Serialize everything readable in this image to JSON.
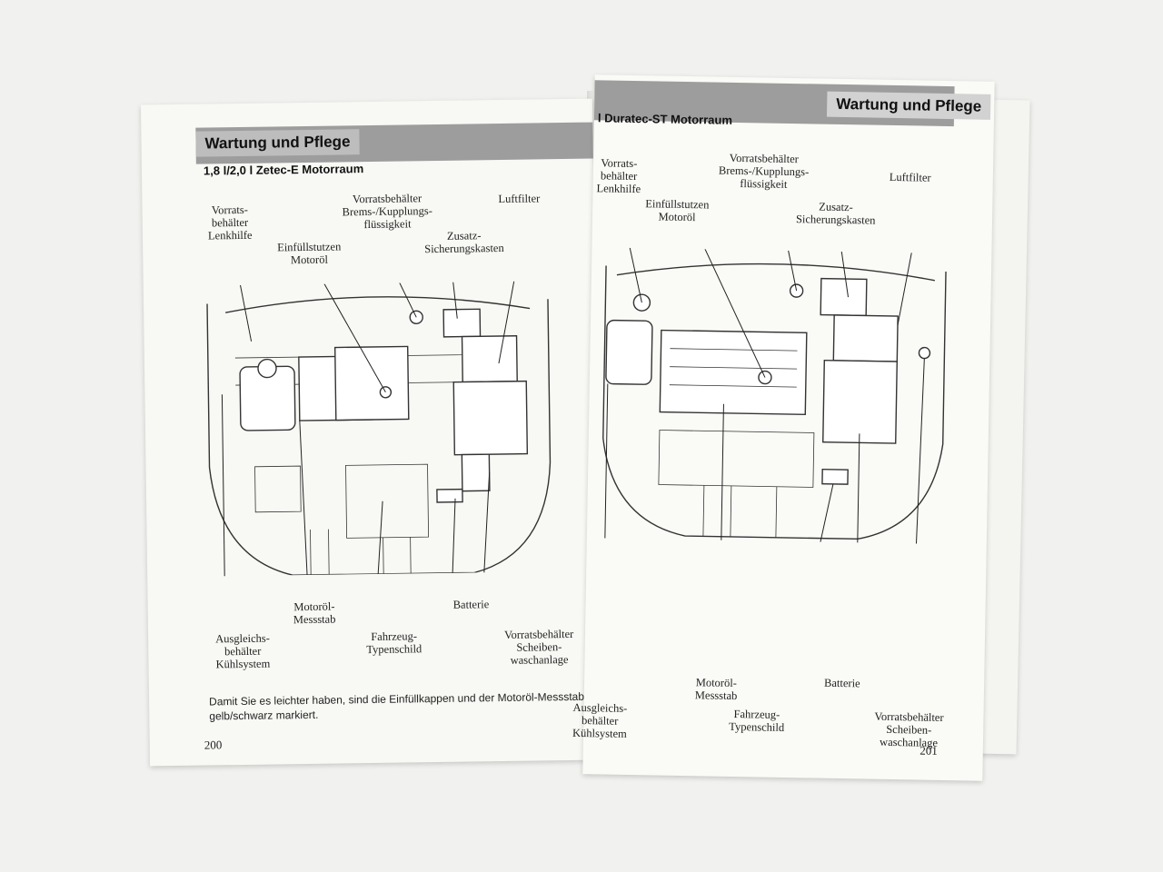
{
  "left_page": {
    "header": "Wartung und Pflege",
    "subtitle": "1,8 l/2,0 l Zetec-E Motorraum",
    "labels": {
      "reservoir_steering": [
        "Vorrats-",
        "behälter",
        "Lenkhilfe"
      ],
      "oil_filler": [
        "Einfüllstutzen",
        "Motoröl"
      ],
      "brake_reservoir": [
        "Vorratsbehälter",
        "Brems-/Kupplungs-",
        "flüssigkeit"
      ],
      "fuse_box": [
        "Zusatz-",
        "Sicherungskasten"
      ],
      "air_filter": [
        "Luftfilter"
      ],
      "dipstick": [
        "Motoröl-",
        "Messstab"
      ],
      "battery": [
        "Batterie"
      ],
      "coolant": [
        "Ausgleichs-",
        "behälter",
        "Kühlsystem"
      ],
      "vin_plate": [
        "Fahrzeug-",
        "Typenschild"
      ],
      "washer": [
        "Vorratsbehälter",
        "Scheiben-",
        "waschanlage"
      ]
    },
    "note": "Damit Sie es leichter haben, sind die Einfüllkappen und der Motoröl-Messstab gelb/schwarz markiert.",
    "page_number": "200"
  },
  "right_page": {
    "header": "Wartung und Pflege",
    "subtitle": "l Duratec-ST Motorraum",
    "labels": {
      "reservoir_steering": [
        "Vorrats-",
        "behälter",
        "Lenkhilfe"
      ],
      "oil_filler": [
        "Einfüllstutzen",
        "Motoröl"
      ],
      "brake_reservoir": [
        "Vorratsbehälter",
        "Brems-/Kupplungs-",
        "flüssigkeit"
      ],
      "fuse_box": [
        "Zusatz-",
        "Sicherungskasten"
      ],
      "air_filter": [
        "Luftfilter"
      ],
      "dipstick": [
        "Motoröl-",
        "Messstab"
      ],
      "battery": [
        "Batterie"
      ],
      "coolant": [
        "Ausgleichs-",
        "behälter",
        "Kühlsystem"
      ],
      "vin_plate": [
        "Fahrzeug-",
        "Typenschild"
      ],
      "washer": [
        "Vorratsbehälter",
        "Scheiben-",
        "waschanlage"
      ]
    },
    "page_number": "201"
  }
}
